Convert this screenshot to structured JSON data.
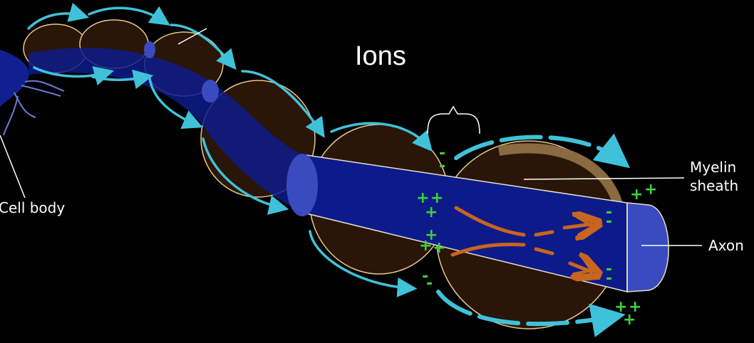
{
  "title": "Ions",
  "labels": {
    "cell_body": "Cell body",
    "myelin_line1": "Myelin",
    "myelin_line2": "sheath",
    "axon": "Axon"
  },
  "charges": {
    "positive": "+",
    "negative": "-"
  },
  "colors": {
    "background": "#000000",
    "axon_fill": "#0d1b8a",
    "axon_cap": "#3a4bbf",
    "myelin_fill": "#2a1608",
    "myelin_edge": "#e8c98a",
    "outer_arrow": "#3fc2d9",
    "inner_arrow": "#c8651e",
    "ion_green": "#3dd13d",
    "text": "#ffffff"
  }
}
